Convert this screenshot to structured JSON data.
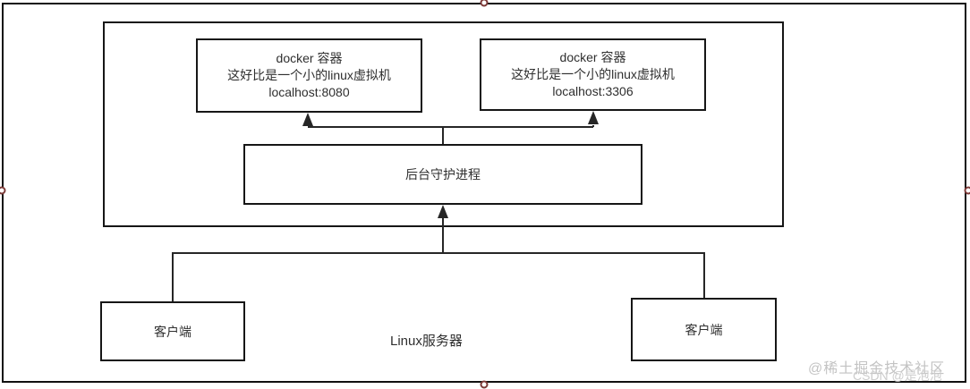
{
  "diagram": {
    "docker_containers": [
      {
        "line1": "docker 容器",
        "line2": "这好比是一个小的linux虚拟机",
        "line3": "localhost:8080"
      },
      {
        "line1": "docker 容器",
        "line2": "这好比是一个小的linux虚拟机",
        "line3": "localhost:3306"
      }
    ],
    "daemon_label": "后台守护进程",
    "server_label": "Linux服务器",
    "client_left_label": "客户端",
    "client_right_label": "客户端"
  },
  "watermarks": {
    "juejin": "@稀土掘金技术社区",
    "csdn": "CSDN @是泡泡"
  },
  "colors": {
    "shape_border": "#161616",
    "connector_line": "#262626",
    "text": "#2f2f2f",
    "anchor_handle_stroke": "#7c3a38",
    "watermark_juejin": "#c3c3c3",
    "watermark_csdn": "#cdcdcd",
    "background": "#ffffff"
  }
}
